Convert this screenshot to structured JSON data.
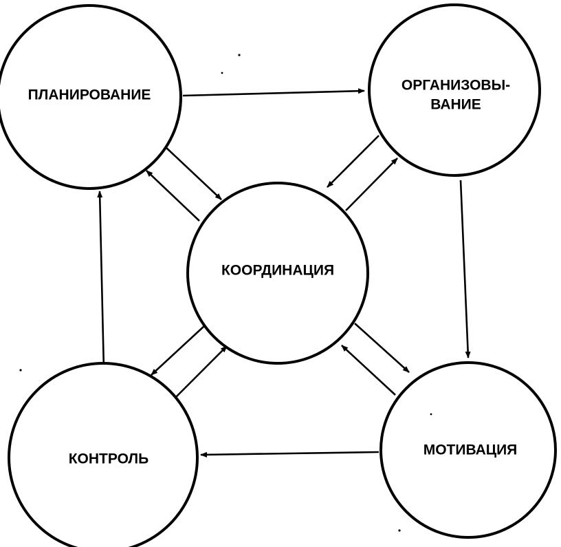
{
  "nodes": {
    "planning": {
      "line1": "ПЛАНИРОВАНИЕ"
    },
    "organizing": {
      "line1": "ОРГАНИЗОВЫ-",
      "line2": "ВАНИЕ"
    },
    "coordination": {
      "line1": "КООРДИНАЦИЯ"
    },
    "control": {
      "line1": "КОНТРОЛЬ"
    },
    "motivation": {
      "line1": "МОТИВАЦИЯ"
    }
  },
  "edges": [
    {
      "from": "planning",
      "to": "organizing"
    },
    {
      "from": "organizing",
      "to": "motivation"
    },
    {
      "from": "motivation",
      "to": "control"
    },
    {
      "from": "control",
      "to": "planning"
    },
    {
      "from": "planning",
      "to": "coordination"
    },
    {
      "from": "coordination",
      "to": "planning"
    },
    {
      "from": "organizing",
      "to": "coordination"
    },
    {
      "from": "coordination",
      "to": "organizing"
    },
    {
      "from": "coordination",
      "to": "motivation"
    },
    {
      "from": "motivation",
      "to": "coordination"
    },
    {
      "from": "coordination",
      "to": "control"
    },
    {
      "from": "control",
      "to": "coordination"
    }
  ],
  "colors": {
    "stroke": "#000000",
    "background": "#ffffff"
  }
}
